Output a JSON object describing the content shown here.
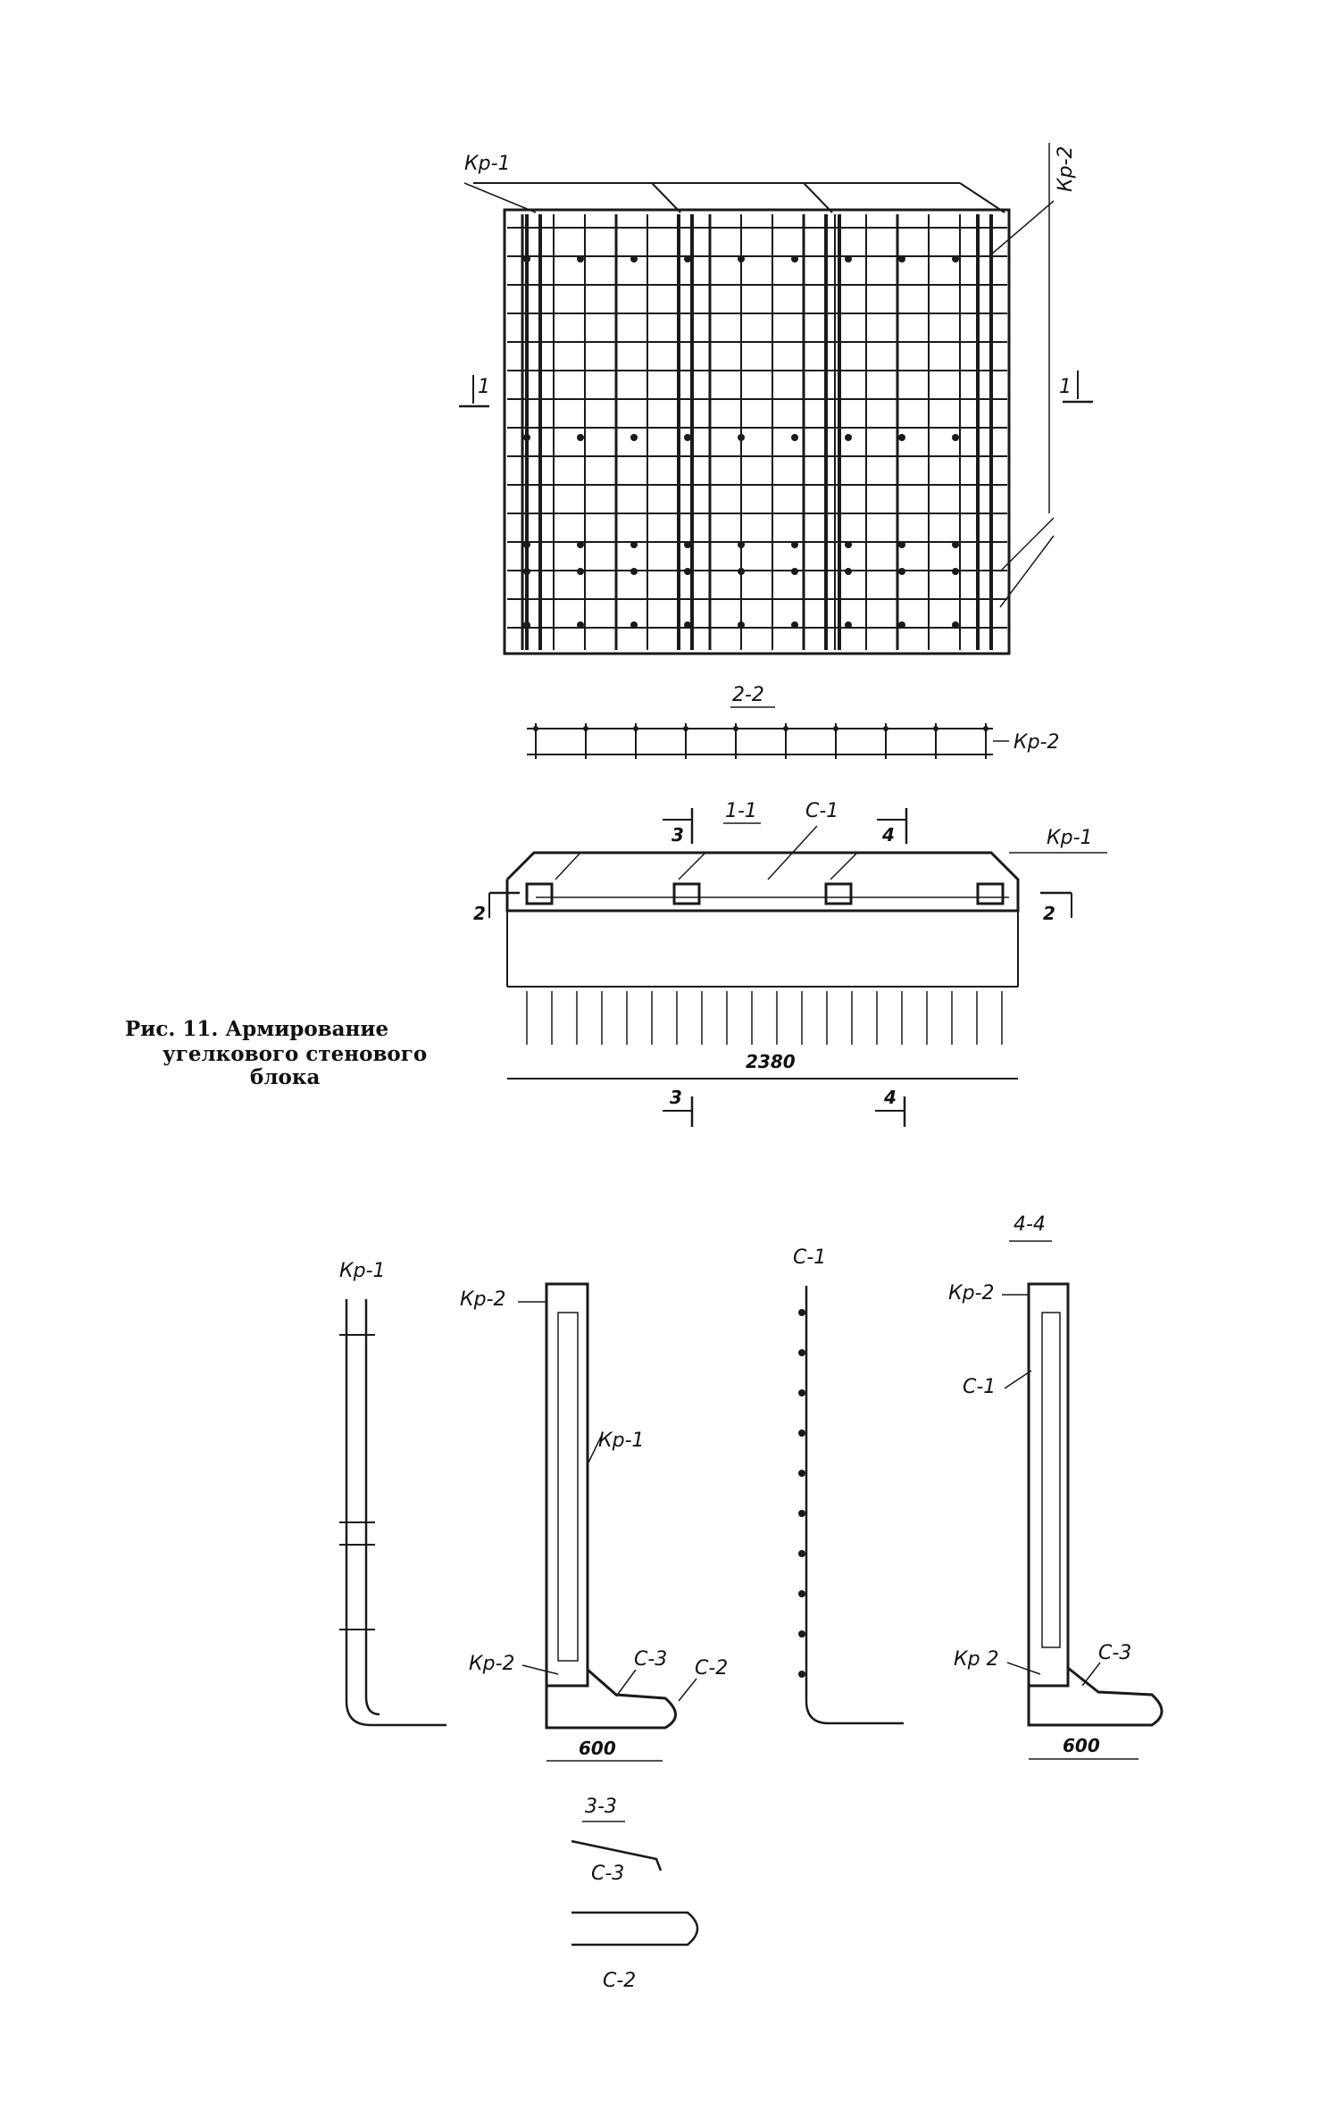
{
  "caption": {
    "line1": "Рис.    11.   Армирование",
    "line2": "угелкового  стенового",
    "line3": "блока"
  },
  "plan": {
    "label_kr1": "Кр-1",
    "label_kr2": "Кр-2",
    "section_left": "1",
    "section_right": "1"
  },
  "section_2_2": {
    "title": "2-2",
    "label_kr2": "Кр-2"
  },
  "section_1_1": {
    "title": "1-1",
    "label_c1": "С-1",
    "label_kr1": "Кр-1",
    "mark_3_top": "3",
    "mark_4_top": "4",
    "mark_2_left": "2",
    "mark_2_right": "2",
    "dimension": "2380",
    "mark_3_bottom": "3",
    "mark_4_bottom": "4"
  },
  "detail_kr1": {
    "label": "Кр-1"
  },
  "detail_block": {
    "label_kr2_top": "Кр-2",
    "label_kr1": "Кр-1",
    "label_kr2_bottom": "Кр-2",
    "label_c3": "С-3",
    "label_c2": "С-2",
    "dimension": "600"
  },
  "detail_c1": {
    "label": "С-1"
  },
  "section_4_4": {
    "title": "4-4",
    "label_kr2_top": "Кр-2",
    "label_c1": "С-1",
    "label_kr2_bottom": "Кр 2",
    "label_c3": "С-3",
    "dimension": "600"
  },
  "section_3_3": {
    "title": "3-3",
    "label_c3": "С-3",
    "label_c2": "С-2"
  }
}
